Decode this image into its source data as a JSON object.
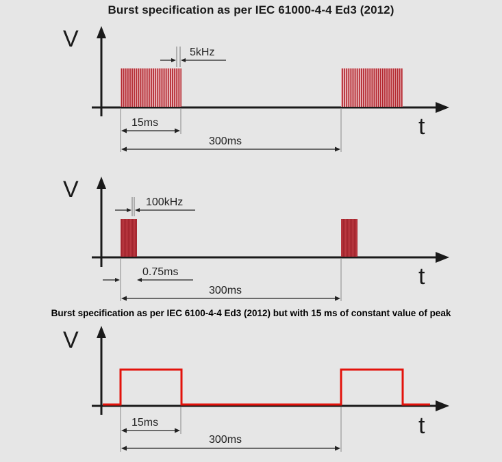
{
  "titles": {
    "top": "Burst specification as per IEC 61000-4-4 Ed3 (2012)",
    "middle": "Burst specification as per IEC 6100-4-4 Ed3 (2012) but with 15 ms of constant value of peak"
  },
  "axes": {
    "y_label": "V",
    "x_label": "t"
  },
  "panel_1": {
    "frequency_label": "5kHz",
    "burst_duration_label": "15ms",
    "period_label": "300ms"
  },
  "panel_2": {
    "frequency_label": "100kHz",
    "burst_duration_label": "0.75ms",
    "period_label": "300ms"
  },
  "panel_3": {
    "pulse_duration_label": "15ms",
    "period_label": "300ms"
  },
  "colors": {
    "burst": "#b3262e",
    "pulse": "#e3120b",
    "axis": "#1a1a1a"
  }
}
